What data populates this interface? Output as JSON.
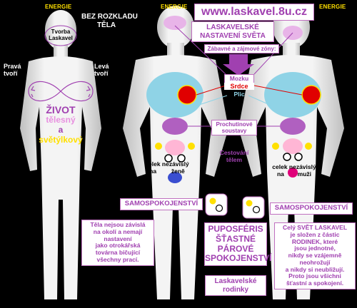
{
  "energie_left": "ENERGIE",
  "energie_mid": "ENERGIE",
  "energie_right": "ENERGIE",
  "bez_rozkladu_1": "BEZ ROZKLADU",
  "bez_rozkladu_2": "TĚLA",
  "tvorba_1": "Tvorba",
  "tvorba_2": "Laskavel",
  "prava_1": "Pravá",
  "prava_2": "tvoří",
  "leva_1": "Levá",
  "leva_2": "tvoří",
  "zivot": "ŽIVOT",
  "telesny": "tělesný",
  "a": "a",
  "svetylkovy": "světýlkový",
  "url": "www.laskavel.8u.cz",
  "nastaveni_1": "LASKAVELSKÉ",
  "nastaveni_2": "NASTAVENÍ SVĚTA",
  "zabavne": "Zábavné a zájmové zóny:",
  "mozku": "Mozku",
  "srdce": "Srdce",
  "plic": "Plic",
  "prochutinove_1": "Prochutinové",
  "prochutinove_2": "soustavy",
  "cestovani_1": "Cestování",
  "cestovani_2": "tělem",
  "celek_zene_1": "celek nezávislý",
  "celek_zene_2": "na",
  "celek_zene_3": "ženě",
  "celek_muzi_1": "celek nezávislý",
  "celek_muzi_2": "na",
  "celek_muzi_3": "muži",
  "samo_left": "SAMOSPOKOJENSTVÍ",
  "samo_right": "SAMOSPOKOJENSTVÍ",
  "tela_text": [
    "Těla nejsou závislá",
    "na okolí a nemají",
    "nastavení",
    "jako otrokářská",
    "továrna bičující",
    "všechny prací."
  ],
  "puposferis": [
    "PUPOSFÉRIS",
    "ŠŤASTNÉ",
    "PÁROVÉ",
    "SPOKOJENSTVÍ"
  ],
  "laskavelske_rodinky": [
    "Laskavelské",
    "rodinky"
  ],
  "cely_svet": [
    "Celý SVĚT LASKAVEL",
    "je složen z částic",
    "RODINEK, které",
    "jsou jednotné,",
    "nikdy se vzájemně",
    "neohrožují",
    "a nikdy si neubližují.",
    "Proto jsou všichni",
    "šťastní a spokojení."
  ],
  "colors": {
    "purple": "#a040b0",
    "yellow": "#ffe000",
    "cyan": "#8fd3e6",
    "red": "#e00000",
    "pink": "#ffb6d5"
  }
}
